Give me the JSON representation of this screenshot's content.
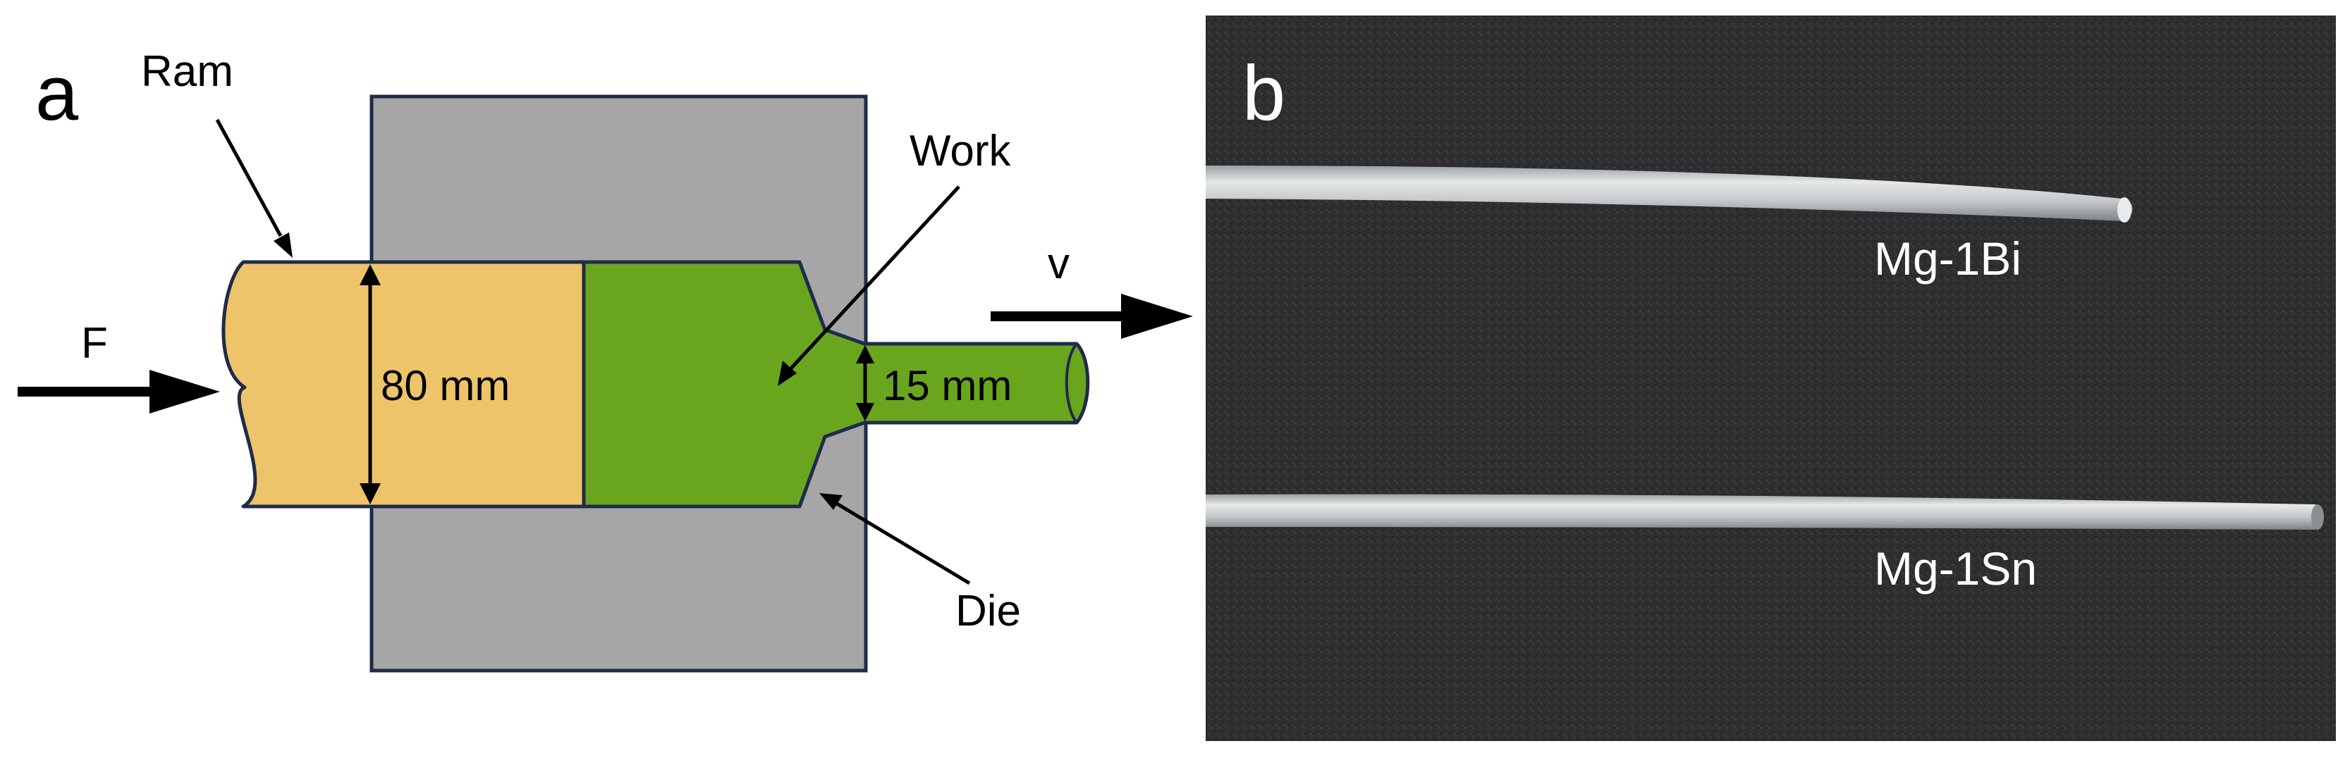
{
  "panel_a": {
    "label": "a",
    "ram_label": "Ram",
    "force_label": "F",
    "diameter_in": "80 mm",
    "diameter_out": "15 mm",
    "work_label": "Work",
    "velocity_label": "v",
    "die_label": "Die",
    "colors": {
      "die_fill": "#a6a6a6",
      "ram_fill": "#edc46a",
      "work_fill": "#6aa51e",
      "outline": "#1f2b4a"
    }
  },
  "panel_b": {
    "label": "b",
    "rod_top_label": "Mg-1Bi",
    "rod_bottom_label": "Mg-1Sn",
    "colors": {
      "background": "#2d2d30",
      "rod": "#c4c8c9"
    }
  }
}
